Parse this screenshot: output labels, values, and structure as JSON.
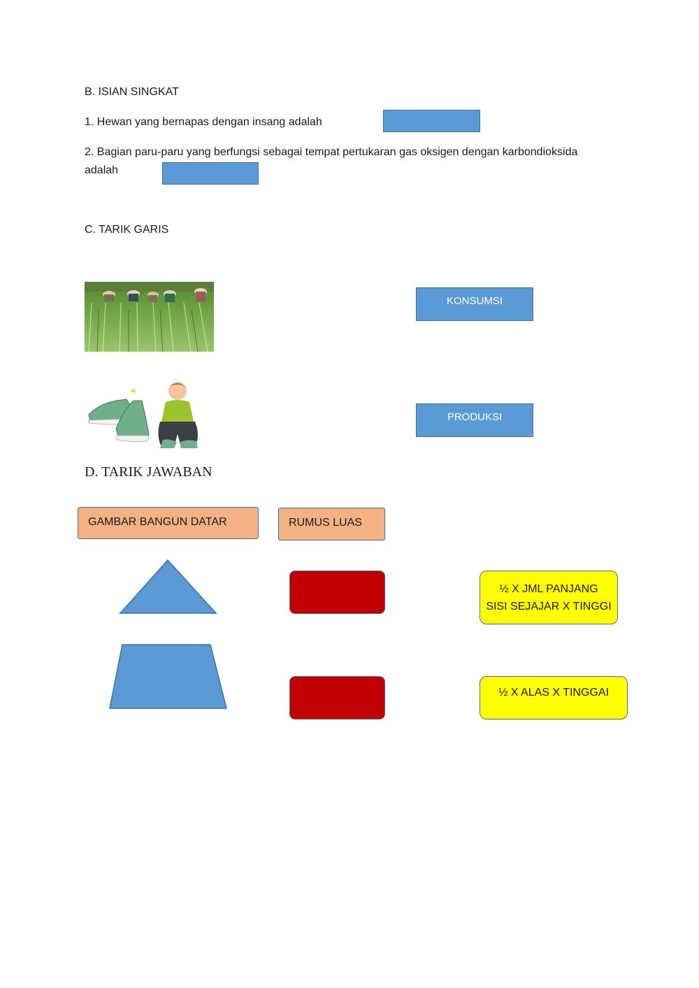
{
  "section_b": {
    "heading": "B. ISIAN SINGKAT",
    "q1": "1. Hewan yang bernapas dengan insang adalah",
    "q2_line1": "2. Bagian paru-paru yang berfungsi sebagai tempat pertukaran gas oksigen dengan karbondioksida",
    "q2_line2": "adalah"
  },
  "section_c": {
    "heading": "C. TARIK GARIS",
    "label1": "KONSUMSI",
    "label2": "PRODUKSI"
  },
  "section_d": {
    "heading": "D. TARIK JAWABAN",
    "header1": "GAMBAR BANGUN DATAR",
    "header2": "RUMUS LUAS",
    "formula1_line1": "½ X JML PANJANG",
    "formula1_line2": "SISI SEJAJAR X TINGGI",
    "formula2": "½ X ALAS X TINGGAI"
  },
  "colors": {
    "blue": "#5b9bd5",
    "red": "#c00000",
    "yellow": "#ffff00",
    "peach": "#f4b183"
  }
}
